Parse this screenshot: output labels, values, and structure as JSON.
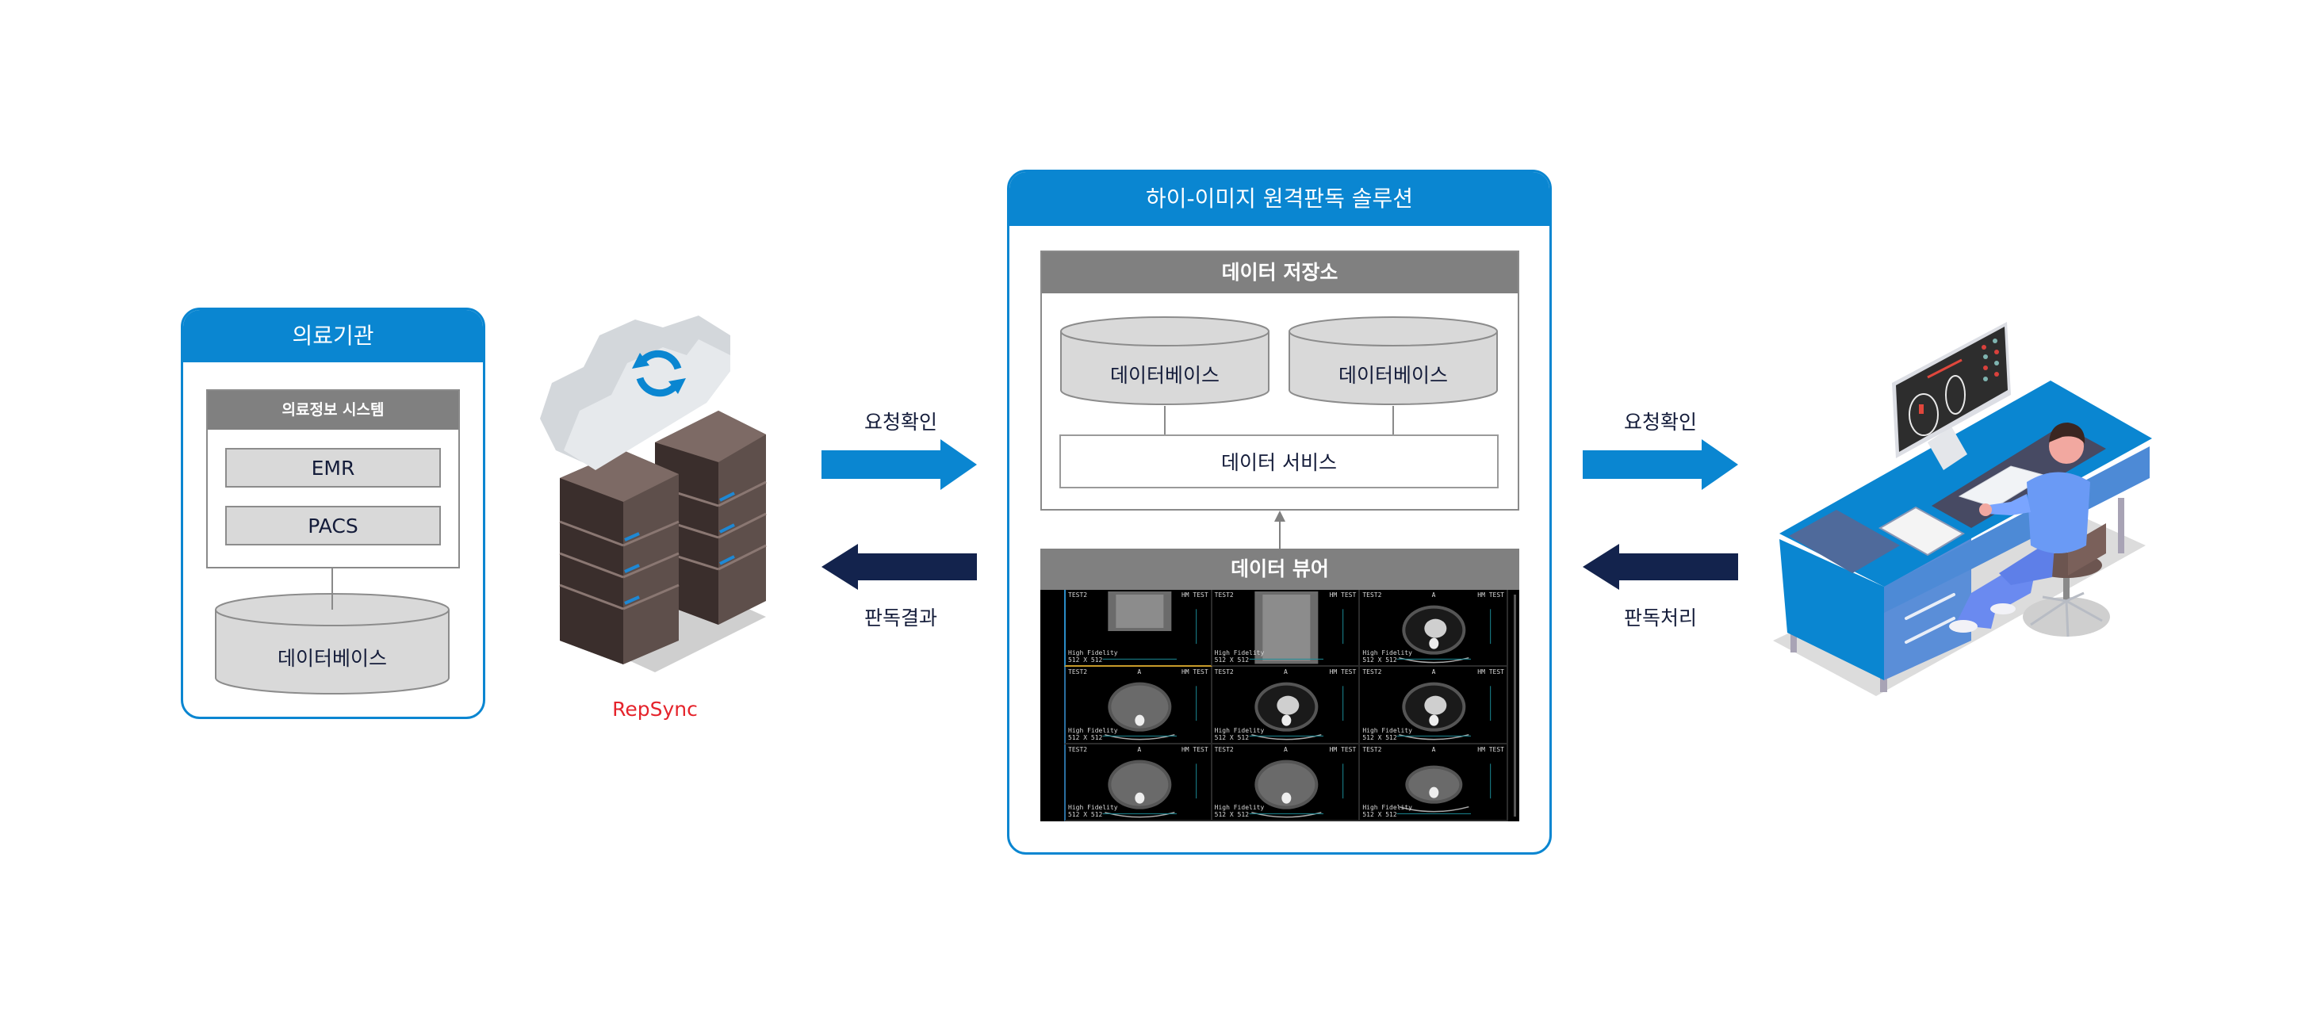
{
  "hospital": {
    "title": "의료기관",
    "system": {
      "title": "의료정보 시스템",
      "items": [
        "EMR",
        "PACS"
      ]
    },
    "database": "데이터베이스"
  },
  "repsync": {
    "label": "RepSync",
    "icons": [
      "cloud-sync-icon",
      "server-rack-icon"
    ]
  },
  "left_flow": {
    "request_label": "요청확인",
    "result_label": "판독결과"
  },
  "solution": {
    "title": "하이-이미지 원격판독 솔루션",
    "storage": {
      "title": "데이터 저장소",
      "databases": [
        "데이터베이스",
        "데이터베이스"
      ],
      "service": "데이터 서비스"
    },
    "viewer": {
      "title": "데이터 뷰어",
      "cells": [
        {
          "patient": "TEST2",
          "orientation": "",
          "institution": "HM TEST",
          "footer": "High Fidelity\n512 X 512",
          "view": "topogram"
        },
        {
          "patient": "TEST2",
          "orientation": "",
          "institution": "HM TEST",
          "footer": "High Fidelity\n512 X 512",
          "view": "topogram"
        },
        {
          "patient": "TEST2",
          "orientation": "A",
          "institution": "HM TEST",
          "footer": "High Fidelity\n512 X 512",
          "view": "chest"
        },
        {
          "patient": "TEST2",
          "orientation": "A",
          "institution": "HM TEST",
          "footer": "High Fidelity\n512 X 512",
          "view": "abdomen"
        },
        {
          "patient": "TEST2",
          "orientation": "A",
          "institution": "HM TEST",
          "footer": "High Fidelity\n512 X 512",
          "view": "chest"
        },
        {
          "patient": "TEST2",
          "orientation": "A",
          "institution": "HM TEST",
          "footer": "High Fidelity\n512 X 512",
          "view": "chest"
        },
        {
          "patient": "TEST2",
          "orientation": "A",
          "institution": "HM TEST",
          "footer": "High Fidelity\n512 X 512",
          "view": "abdomen"
        },
        {
          "patient": "TEST2",
          "orientation": "A",
          "institution": "HM TEST",
          "footer": "High Fidelity\n512 X 512",
          "view": "abdomen"
        },
        {
          "patient": "TEST2",
          "orientation": "A",
          "institution": "HM TEST",
          "footer": "High Fidelity\n512 X 512",
          "view": "pelvis"
        }
      ]
    }
  },
  "right_flow": {
    "request_label": "요청확인",
    "process_label": "판독처리"
  },
  "reader": {
    "icon": "radiologist-workstation-icon"
  },
  "colors": {
    "brand_blue": "#0a86d1",
    "navy": "#13234d",
    "header_gray": "#808080",
    "repsync_red": "#e5232b"
  }
}
